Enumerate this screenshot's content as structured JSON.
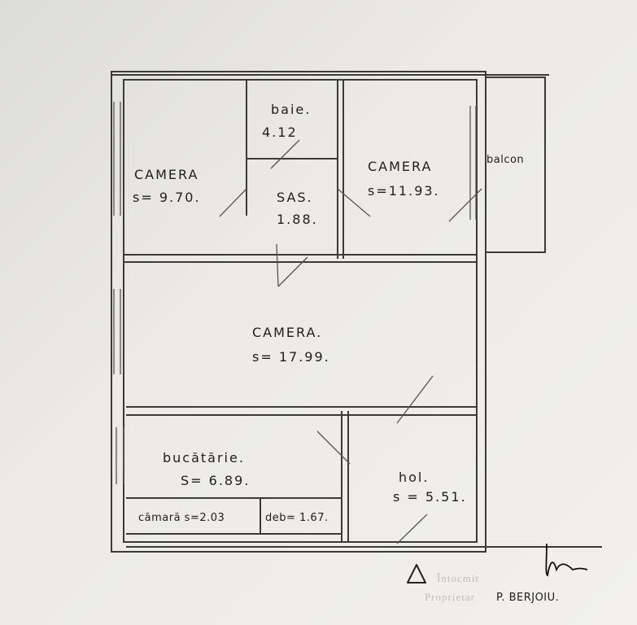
{
  "plan": {
    "rooms": [
      {
        "name": "CAMERA",
        "area": "s= 9.70."
      },
      {
        "name": "baie.",
        "area": "4.12"
      },
      {
        "name": "SAS.",
        "area": "1.88."
      },
      {
        "name": "CAMERA",
        "area": "s=11.93."
      },
      {
        "name": "balcon"
      },
      {
        "name": "CAMERA.",
        "area": "s= 17.99."
      },
      {
        "name": "bucătărie.",
        "area": "S= 6.89."
      },
      {
        "name": "hol.",
        "area": "s = 5.51."
      }
    ],
    "storage": {
      "camara": "cămară s=2.03",
      "deb": "deb= 1.67."
    }
  },
  "footer": {
    "faint_line1": "Întocmit",
    "faint_line2": "Proprietar",
    "signature_name": "P. BERJOIU.",
    "signature": "Bm"
  }
}
